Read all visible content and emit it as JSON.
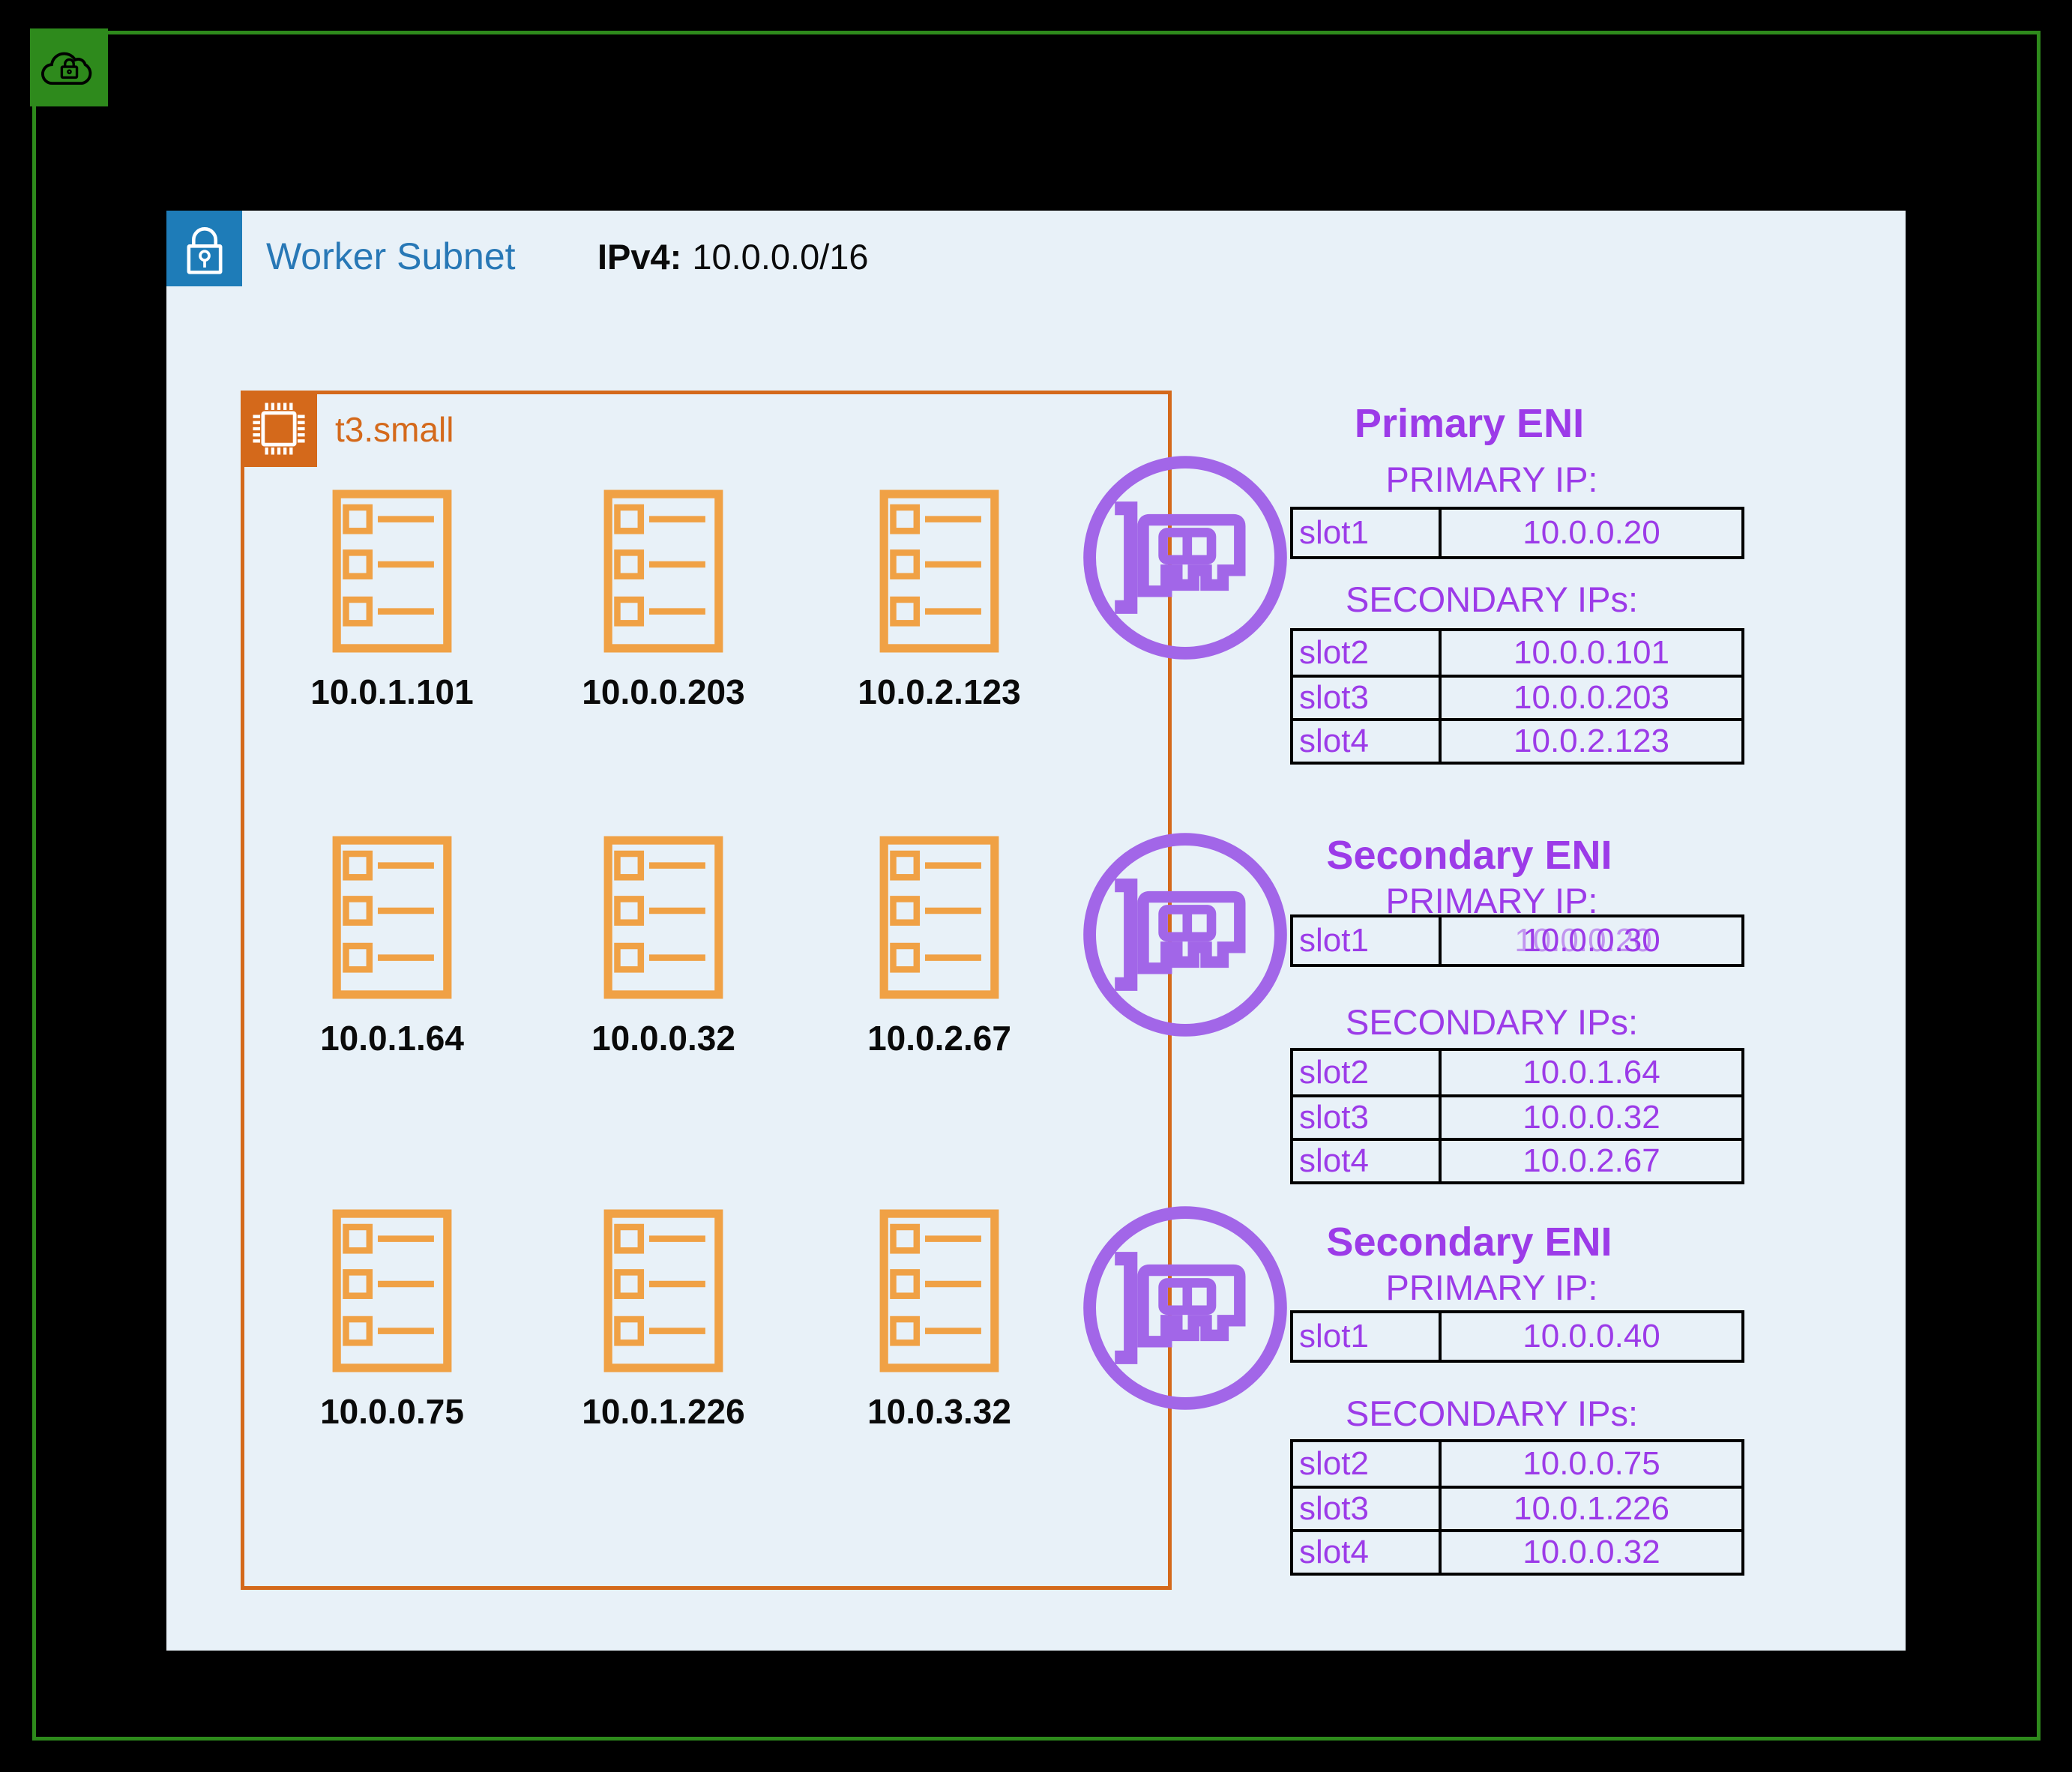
{
  "colors": {
    "background": "#000000",
    "cloud_green": "#2E8A1C",
    "subnet_fill": "#E8F1F8",
    "subnet_icon_blue": "#1E7CB8",
    "subnet_title_blue": "#2878B6",
    "instance_orange": "#D4691B",
    "pod_orange": "#F0A145",
    "eni_purple_icon": "#A266E8",
    "eni_purple_text": "#9C3BE8",
    "table_border": "#000000"
  },
  "cloud": {
    "icon": "cloud-lock-icon"
  },
  "subnet": {
    "icon": "private-subnet-lock-icon",
    "title": "Worker Subnet",
    "cidr_label": "IPv4:",
    "cidr_value": "10.0.0.0/16"
  },
  "instance": {
    "icon": "instance-chip-icon",
    "type": "t3.small",
    "pod_icon": "pod-list-icon",
    "pods": [
      "10.0.1.101",
      "10.0.0.203",
      "10.0.2.123",
      "10.0.1.64",
      "10.0.0.32",
      "10.0.2.67",
      "10.0.0.75",
      "10.0.1.226",
      "10.0.3.32"
    ]
  },
  "enis": [
    {
      "icon": "eni-card-icon",
      "title": "Primary ENI",
      "primary_ip_label": "PRIMARY IP:",
      "secondary_ips_label": "SECONDARY IPs:",
      "primary_rows": [
        {
          "slot": "slot1",
          "ip": "10.0.0.20"
        }
      ],
      "secondary_rows": [
        {
          "slot": "slot2",
          "ip": "10.0.0.101"
        },
        {
          "slot": "slot3",
          "ip": "10.0.0.203"
        },
        {
          "slot": "slot4",
          "ip": "10.0.2.123"
        }
      ]
    },
    {
      "icon": "eni-card-icon",
      "title": "Secondary ENI",
      "primary_ip_label": "PRIMARY IP:",
      "secondary_ips_label": "SECONDARY IPs:",
      "primary_rows": [
        {
          "slot": "slot1",
          "ip": "10.0.0.30",
          "ghost_ip": "10.0.0.20"
        }
      ],
      "secondary_rows": [
        {
          "slot": "slot2",
          "ip": "10.0.1.64"
        },
        {
          "slot": "slot3",
          "ip": "10.0.0.32"
        },
        {
          "slot": "slot4",
          "ip": "10.0.2.67"
        }
      ]
    },
    {
      "icon": "eni-card-icon",
      "title": "Secondary ENI",
      "primary_ip_label": "PRIMARY IP:",
      "secondary_ips_label": "SECONDARY IPs:",
      "primary_rows": [
        {
          "slot": "slot1",
          "ip": "10.0.0.40"
        }
      ],
      "secondary_rows": [
        {
          "slot": "slot2",
          "ip": "10.0.0.75"
        },
        {
          "slot": "slot3",
          "ip": "10.0.1.226"
        },
        {
          "slot": "slot4",
          "ip": "10.0.0.32"
        }
      ]
    }
  ]
}
